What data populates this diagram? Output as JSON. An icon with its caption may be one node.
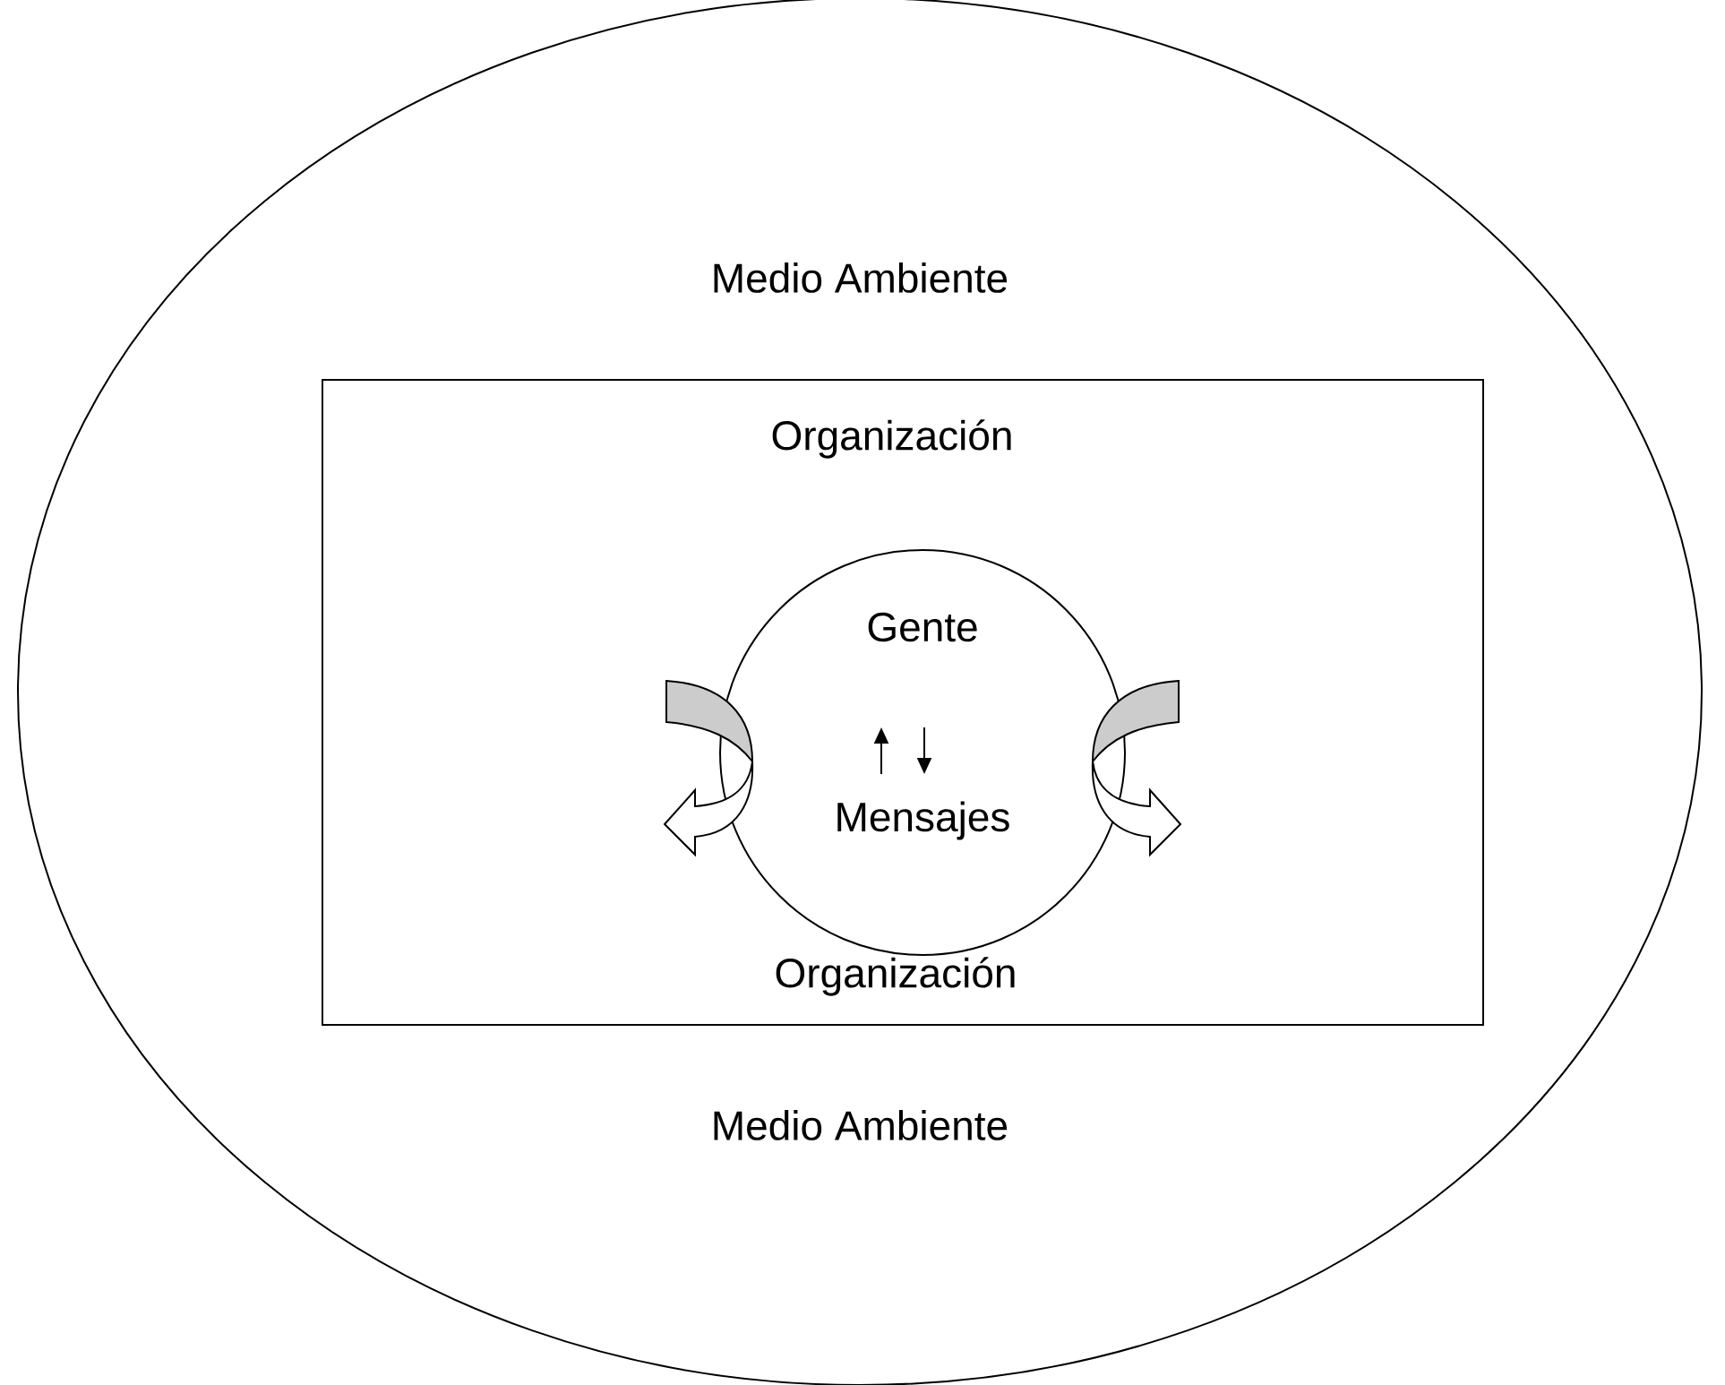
{
  "diagram": {
    "nodes": [
      {
        "text": [
          "Medio Ambiente",
          "Medio Ambiente"
        ]
      },
      {
        "text": [
          "Organización",
          "Organización"
        ],
        "in": 0
      },
      {
        "text": [
          "Gente",
          "Mensajes"
        ],
        "in": 1
      }
    ]
  }
}
